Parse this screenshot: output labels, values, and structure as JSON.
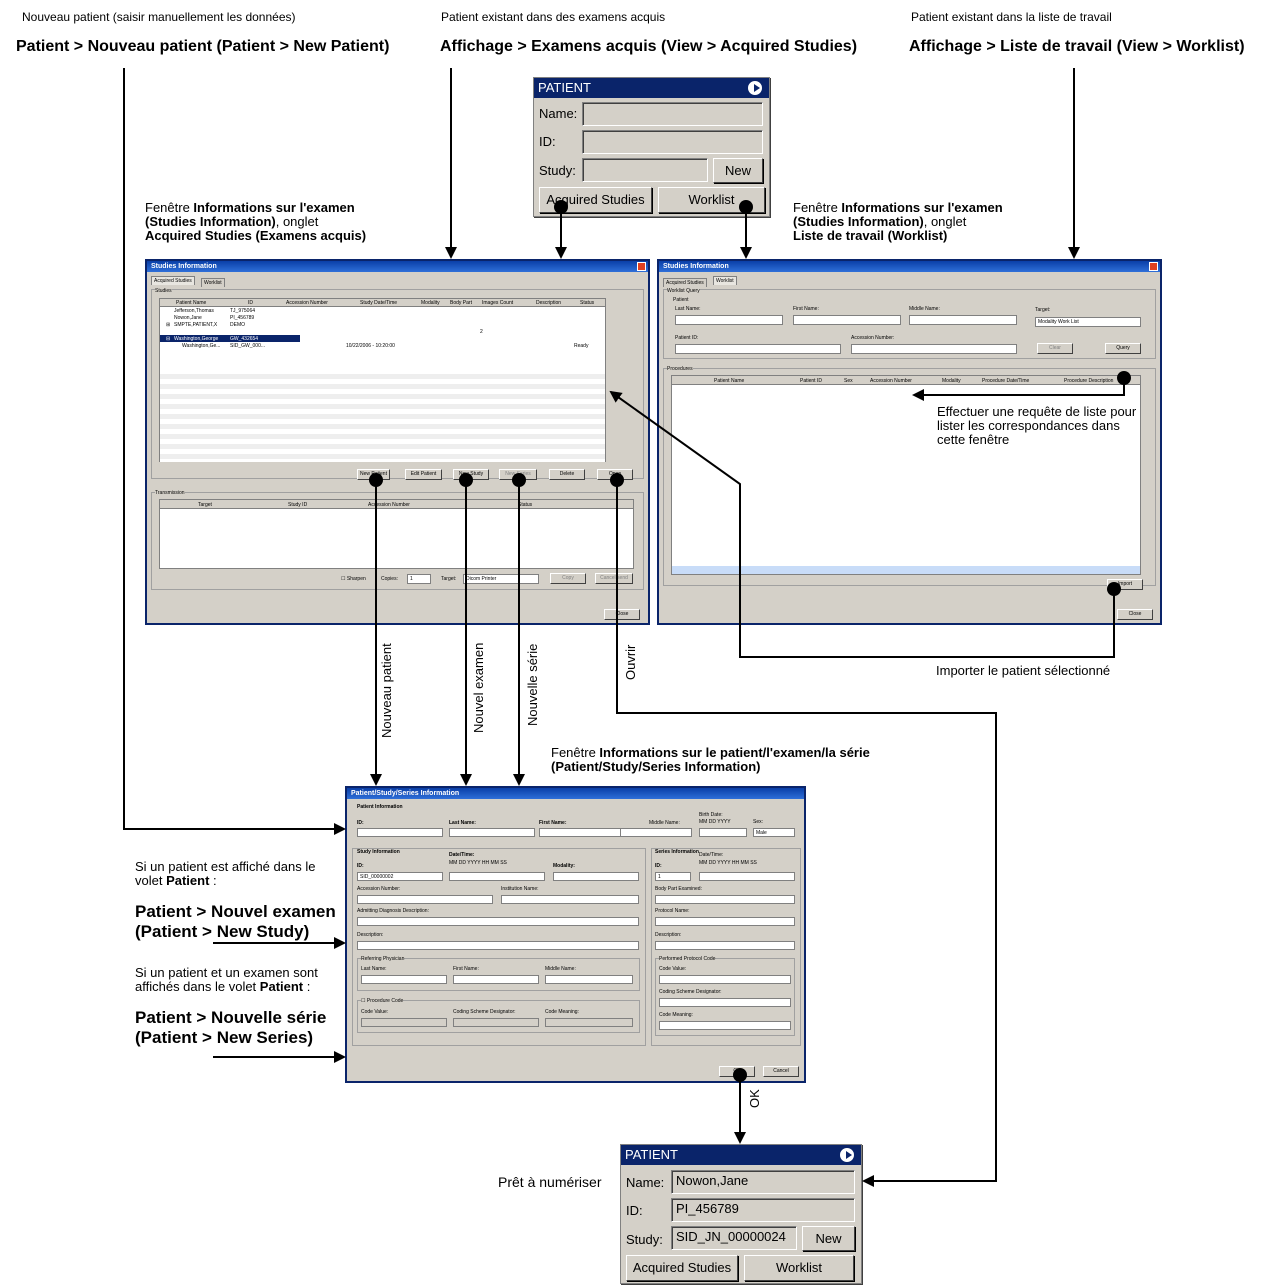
{
  "captions": {
    "new_patient": {
      "desc": "Nouveau patient (saisir manuellement les données)",
      "cmd": "Patient > Nouveau patient (Patient > New Patient)"
    },
    "acquired": {
      "desc": "Patient existant dans des examens acquis",
      "cmd": "Affichage > Examens acquis (View > Acquired Studies)"
    },
    "worklist": {
      "desc": "Patient existant dans la liste de travail",
      "cmd": "Affichage > Liste de travail (View > Worklist)"
    }
  },
  "patient_top": {
    "title": "PATIENT",
    "name_label": "Name:",
    "id_label": "ID:",
    "study_label": "Study:",
    "name": "",
    "id": "",
    "study": "",
    "new_btn": "New",
    "acquired_btn": "Acquired Studies",
    "worklist_btn": "Worklist"
  },
  "win_left_caption": {
    "l1a": "Fenêtre ",
    "l1b": "Informations sur l'examen",
    "l2a": "(Studies Information)",
    "l2b": ", onglet",
    "l3": "Acquired Studies (Examens acquis)"
  },
  "win_right_caption": {
    "l1a": "Fenêtre ",
    "l1b": "Informations sur l'examen",
    "l2a": "(Studies Information)",
    "l2b": ", onglet",
    "l3": "Liste de travail (Worklist)"
  },
  "studies_win": {
    "title": "Studies Information",
    "tabs": [
      "Acquired Studies",
      "Worklist"
    ],
    "group": "Studies",
    "columns": [
      "Patient Name",
      "ID",
      "Accession Number",
      "Study Date/Time",
      "Modality",
      "Body Part",
      "Images Count",
      "Description",
      "Status"
    ],
    "rows": [
      {
        "name": "Jefferson,Thomas",
        "id": "TJ_975064",
        "date": "",
        "count": "",
        "status": ""
      },
      {
        "name": "Nowon,Jane",
        "id": "PI_456789",
        "date": "",
        "count": "",
        "status": ""
      },
      {
        "name": "SMPTE,PATIENT,X",
        "id": "DEMO",
        "date": "",
        "count": "2",
        "status": ""
      },
      {
        "name": "Washington,George",
        "id": "GW_432654",
        "date": "",
        "count": "",
        "status": ""
      },
      {
        "name": "Washington,Ge...",
        "id": "SID_GW_000...",
        "date": "10/22/2006 - 10:20:00",
        "count": "",
        "status": "Ready"
      }
    ],
    "buttons": [
      "New Patient",
      "Edit Patient",
      "New Study",
      "New Series",
      "Delete",
      "Open"
    ],
    "transmission": "Transmission",
    "tx_columns": [
      "Target",
      "Study ID",
      "Accession Number",
      "Status"
    ],
    "sharpen": "Sharpen",
    "copies_label": "Copies:",
    "copies": "1",
    "target_label": "Target:",
    "target": "Dicom Printer",
    "copy_btn": "Copy",
    "cancel_btn": "Cancel send",
    "close_btn": "Close"
  },
  "worklist_win": {
    "title": "Studies Information",
    "tabs": [
      "Acquired Studies",
      "Worklist"
    ],
    "query_group": "Worklist Query",
    "patient_group": "Patient",
    "last_name": "Last Name:",
    "first_name": "First Name:",
    "middle_name": "Middle Name:",
    "target_label": "Target:",
    "target": "Modality Work List",
    "patient_id": "Patient ID:",
    "accession": "Accession Number:",
    "clear_btn": "Clear",
    "query_btn": "Query",
    "procedures": "Procedures",
    "columns": [
      "Patient Name",
      "Patient ID",
      "Sex",
      "Accession Number",
      "Modality",
      "Procedure Date/Time",
      "Procedure Description"
    ],
    "import_btn": "Import",
    "close_btn": "Close"
  },
  "annotations": {
    "query": "Effectuer une requête de liste pour lister les correspondances dans cette fenêtre",
    "import": "Importer le patient sélectionné",
    "v_new_patient": "Nouveau patient",
    "v_new_study": "Nouvel examen",
    "v_new_series": "Nouvelle série",
    "v_open": "Ouvrir",
    "ok": "OK",
    "ready": "Prêt à numériser"
  },
  "pss_caption": {
    "l1a": "Fenêtre ",
    "l1b": "Informations sur le patient/l'examen/la série",
    "l2": "(Patient/Study/Series Information)"
  },
  "pss_win": {
    "title": "Patient/Study/Series Information",
    "patient_info": "Patient Information",
    "id": "ID:",
    "last_name": "Last Name:",
    "first_name": "First Name:",
    "middle_name": "Middle Name:",
    "birth_date": "Birth Date:",
    "date_cols": "MM  DD  YYYY",
    "sex_label": "Sex:",
    "sex": "Male",
    "study_info": "Study Information",
    "study_id": "SID_00000002",
    "datetime": "Date/Time:",
    "datetime_cols": "MM  DD  YYYY  HH  MM  SS",
    "modality": "Modality:",
    "accession": "Accession Number:",
    "institution": "Institution Name:",
    "admitting": "Admitting Diagnosis Description:",
    "description": "Description:",
    "referring": "Referring Physician",
    "proc_code": "Procedure Code",
    "code_value": "Code Value:",
    "coding_scheme": "Coding Scheme Designator:",
    "code_meaning": "Code Meaning:",
    "series_info": "Series Information",
    "series_id": "1",
    "body_part": "Body Part Examined:",
    "protocol": "Protocol Name:",
    "performed_code": "Performed Protocol Code",
    "ok_btn": "OK",
    "cancel_btn": "Cancel"
  },
  "side_text": {
    "s1a": "Si un patient est affiché dans le",
    "s1b": "volet ",
    "s1c": "Patient",
    "s1d": " :",
    "cmd1a": "Patient > Nouvel examen",
    "cmd1b": "(Patient > New Study)",
    "s2a": "Si un patient et un examen sont",
    "s2b": "affichés dans le volet ",
    "s2c": "Patient",
    "s2d": " :",
    "cmd2a": "Patient > Nouvelle série",
    "cmd2b": "(Patient > New Series)"
  },
  "patient_bottom": {
    "title": "PATIENT",
    "name_label": "Name:",
    "id_label": "ID:",
    "study_label": "Study:",
    "name": "Nowon,Jane",
    "id": "PI_456789",
    "study": "SID_JN_00000024",
    "new_btn": "New",
    "acquired_btn": "Acquired Studies",
    "worklist_btn": "Worklist"
  }
}
